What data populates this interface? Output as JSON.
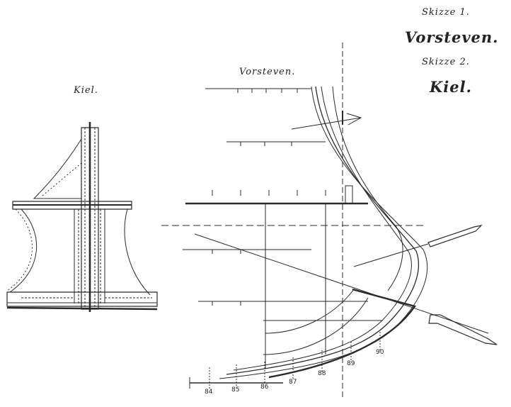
{
  "labels": {
    "skizze1": "Skizze 1.",
    "skizze1_title": "Vorsteven.",
    "skizze2": "Skizze 2.",
    "skizze2_title": "Kiel.",
    "kiel_section": "Kiel.",
    "vorsteven_section": "Vorsteven."
  },
  "frame_numbers": [
    "84",
    "85",
    "86",
    "87",
    "88",
    "89",
    "90"
  ]
}
